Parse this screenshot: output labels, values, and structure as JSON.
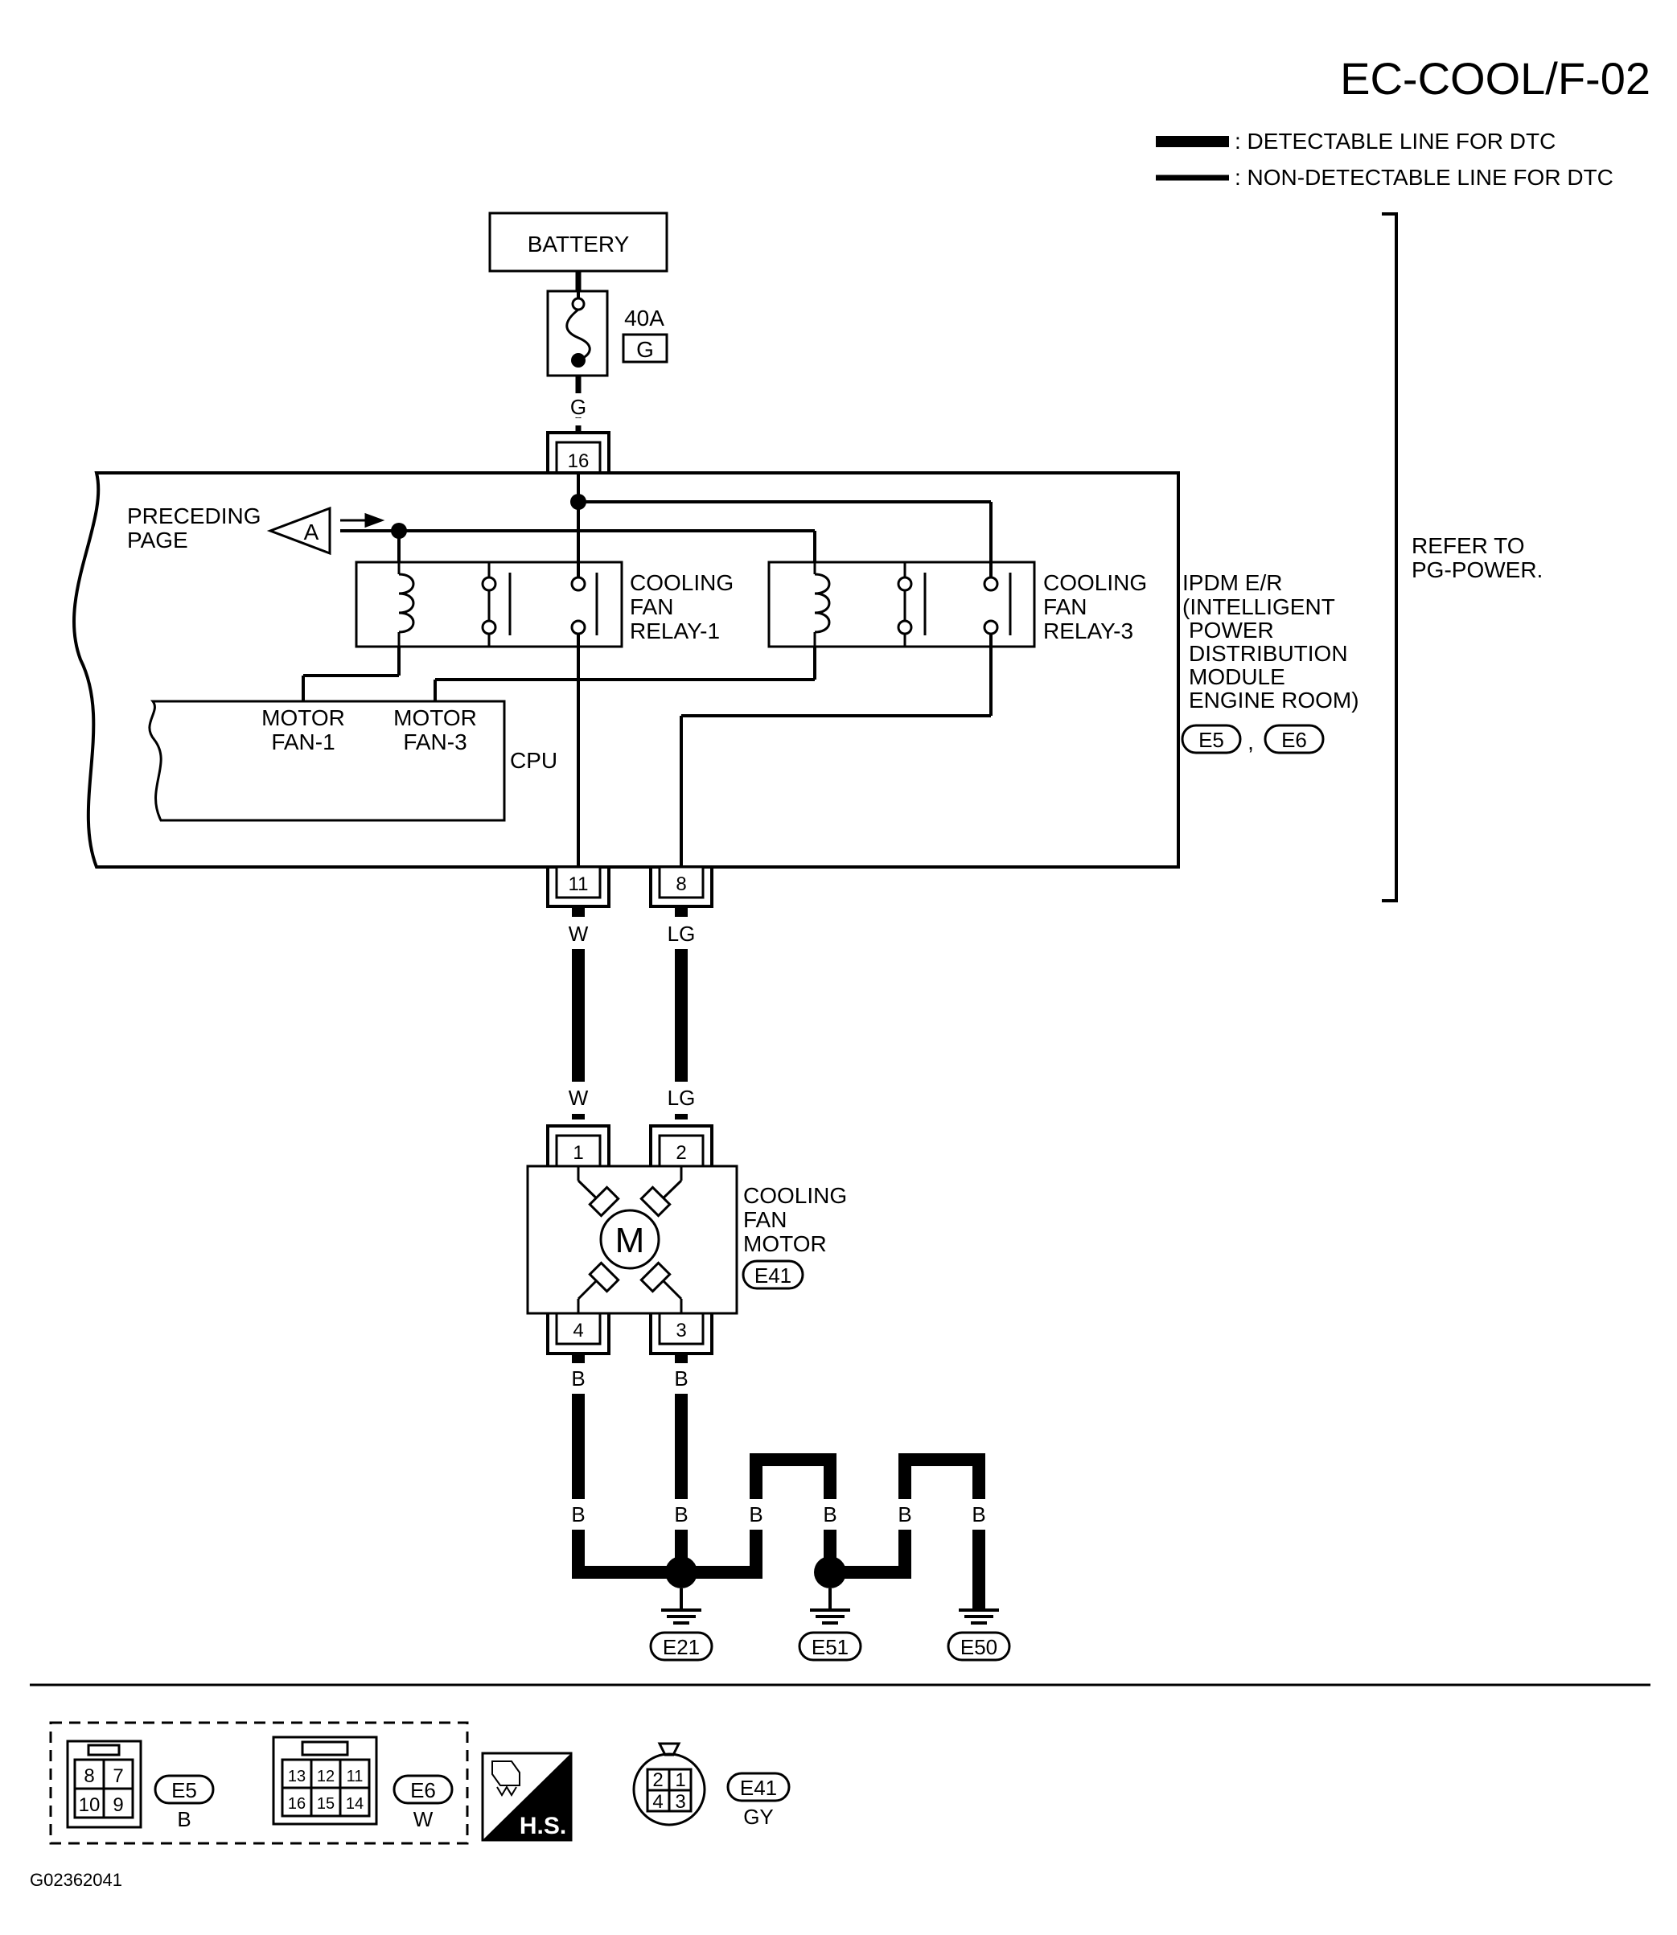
{
  "page": {
    "code": "EC-COOL/F-02",
    "figure_id": "G02362041"
  },
  "legend": {
    "detectable": ": DETECTABLE LINE FOR DTC",
    "non_detectable": ": NON-DETECTABLE LINE FOR DTC"
  },
  "battery": {
    "label": "BATTERY"
  },
  "fuse": {
    "rating": "40A",
    "location": "G"
  },
  "wires": {
    "g": "G",
    "w": "W",
    "lg": "LG",
    "b": "B"
  },
  "pins": {
    "p16": "16",
    "p11": "11",
    "p8": "8",
    "p1": "1",
    "p2": "2",
    "p3": "3",
    "p4": "4"
  },
  "preceding": {
    "line1": "PRECEDING",
    "line2": "PAGE",
    "marker": "A"
  },
  "relay1": {
    "line1": "COOLING",
    "line2": "FAN",
    "line3": "RELAY-1"
  },
  "relay3": {
    "line1": "COOLING",
    "line2": "FAN",
    "line3": "RELAY-3"
  },
  "cpu": {
    "label": "CPU",
    "motor_fan1_l1": "MOTOR",
    "motor_fan1_l2": "FAN-1",
    "motor_fan3_l1": "MOTOR",
    "motor_fan3_l2": "FAN-3"
  },
  "ipdm": {
    "line1": "IPDM E/R",
    "line2": "(INTELLIGENT",
    "line3": "POWER",
    "line4": "DISTRIBUTION",
    "line5": "MODULE",
    "line6": "ENGINE ROOM)",
    "conn_a": "E5",
    "sep": ",",
    "conn_b": "E6"
  },
  "refer": {
    "line1": "REFER TO",
    "line2": "PG-POWER."
  },
  "motor": {
    "line1": "COOLING",
    "line2": "FAN",
    "line3": "MOTOR",
    "conn": "E41",
    "symbol": "M"
  },
  "grounds": {
    "g1": "E21",
    "g2": "E51",
    "g3": "E50"
  },
  "connectors": {
    "e5": {
      "id": "E5",
      "color": "B",
      "pins": [
        "8",
        "7",
        "10",
        "9"
      ]
    },
    "e6": {
      "id": "E6",
      "color": "W",
      "pins": [
        "13",
        "12",
        "11",
        "16",
        "15",
        "14"
      ]
    },
    "hs": "H.S.",
    "e41": {
      "id": "E41",
      "color": "GY",
      "pins": [
        "2",
        "1",
        "4",
        "3"
      ]
    }
  }
}
